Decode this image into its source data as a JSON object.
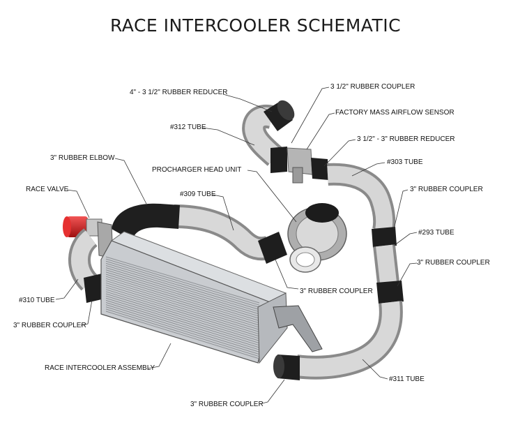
{
  "title": "RACE INTERCOOLER SCHEMATIC",
  "labels": {
    "reducer_4_35": "4\" - 3 1/2\" RUBBER REDUCER",
    "coupler_35": "3 1/2\" RUBBER COUPLER",
    "maf_sensor": "FACTORY MASS AIRFLOW SENSOR",
    "tube_312": "#312 TUBE",
    "reducer_35_3": "3 1/2\" - 3\" RUBBER REDUCER",
    "elbow_3": "3\" RUBBER ELBOW",
    "tube_303": "#303 TUBE",
    "procharger_head": "PROCHARGER HEAD UNIT",
    "race_valve": "RACE VALVE",
    "tube_309": "#309 TUBE",
    "coupler_3_right_upper": "3\" RUBBER COUPLER",
    "tube_293": "#293 TUBE",
    "coupler_3_right_lower": "3\" RUBBER COUPLER",
    "coupler_3_head": "3\" RUBBER COUPLER",
    "tube_310": "#310 TUBE",
    "coupler_3_left": "3\" RUBBER COUPLER",
    "intercooler_assembly": "RACE INTERCOOLER ASSEMBLY",
    "tube_311": "#311 TUBE",
    "coupler_3_bottom": "3\" RUBBER COUPLER"
  },
  "colors": {
    "tube_metal": "#c8c8c8",
    "rubber": "#1e1e1e",
    "race_valve": "#d01f1f",
    "intercooler_body": "#cfd2d6"
  }
}
